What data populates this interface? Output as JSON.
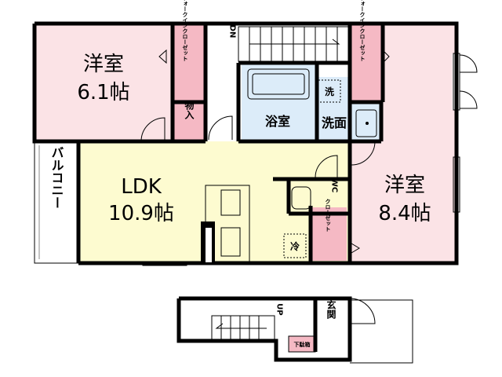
{
  "rooms": {
    "western_room_1": {
      "name": "洋室",
      "size": "6.1帖"
    },
    "western_room_2": {
      "name": "洋室",
      "size": "8.4帖"
    },
    "ldk": {
      "name": "LDK",
      "size": "10.9帖"
    },
    "balcony": "バルコニー",
    "bathroom": "浴室",
    "washroom": "洗面",
    "wc": "WC",
    "storage": "物入",
    "entrance": "玄関",
    "walk_in_closet_1": "ウォークインクローゼット",
    "walk_in_closet_2": "ウォークインクローゼット",
    "closet": "クローゼット",
    "shoe_box": "下駄箱"
  },
  "markers": {
    "stairs_down": "DN",
    "stairs_up": "UP",
    "washer": "洗",
    "refrigerator": "冷"
  },
  "colors": {
    "western_room": "#fbe3e6",
    "ldk": "#fdfbd0",
    "bath": "#dcecf9",
    "closet": "#f5b9c4",
    "wall": "#000000"
  }
}
